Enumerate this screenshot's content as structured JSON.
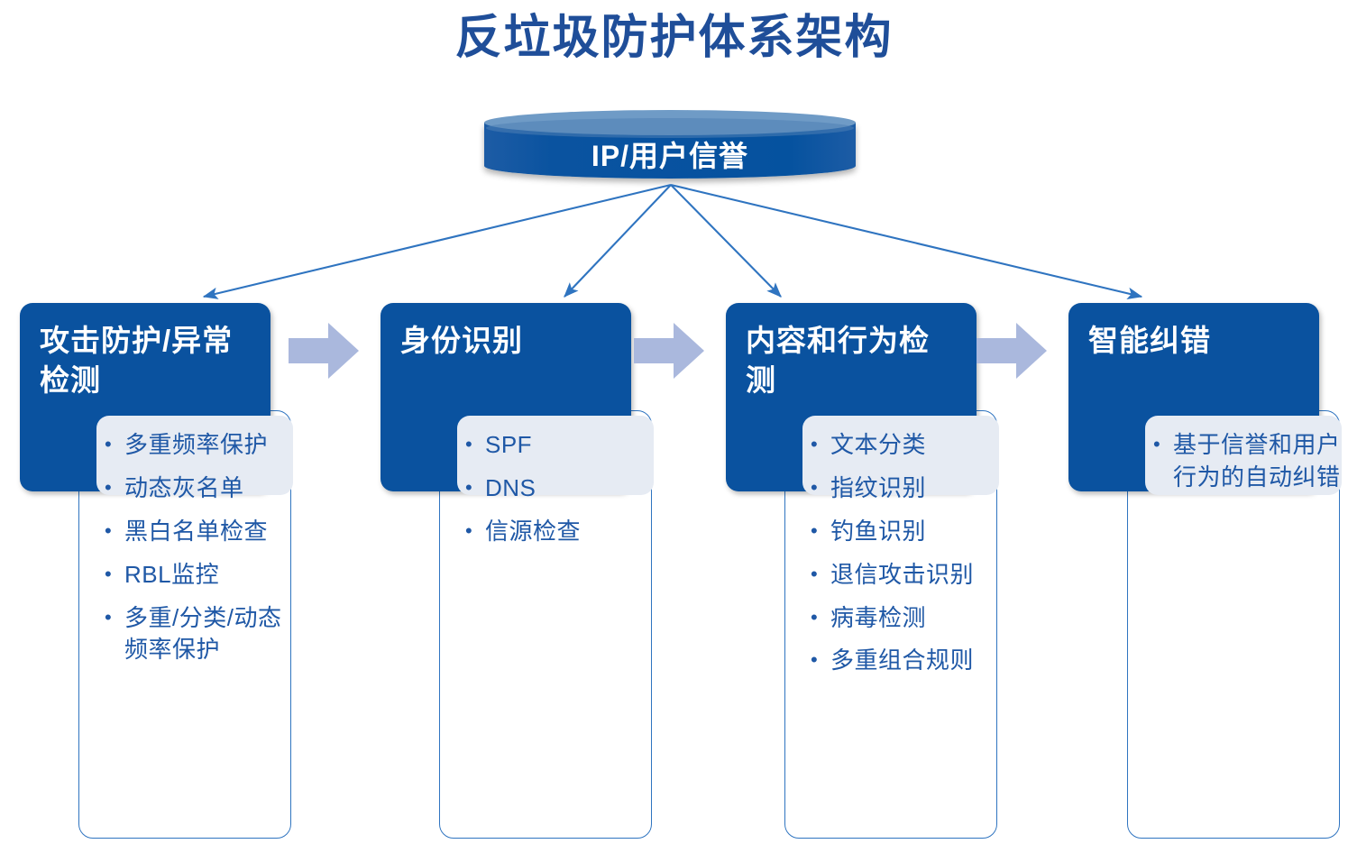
{
  "title": "反垃圾防护体系架构",
  "colors": {
    "title": "#1f4e99",
    "box_fill": "#0a529f",
    "card_border": "#2f74c0",
    "highlight_fill": "#e6ebf3",
    "bullet_text": "#1f58a6",
    "arrow_fill": "#aab8dd",
    "connector_line": "#2f74c0",
    "cylinder_body": "#05529f",
    "cylinder_top": "#6f9bc6"
  },
  "source_node": {
    "label": "IP/用户信誉",
    "shape": "cylinder"
  },
  "flow_arrow_icon": "right-chevron-arrow-icon",
  "stages": [
    {
      "id": "attack-protection",
      "header": "攻击防护/异常检测",
      "items": [
        "多重频率保护",
        "动态灰名单",
        "黑白名单检查",
        "RBL监控",
        "多重/分类/动态频率保护"
      ]
    },
    {
      "id": "identity-recognition",
      "header": "身份识别",
      "items": [
        "SPF",
        "DNS",
        "信源检查"
      ]
    },
    {
      "id": "content-behavior-detection",
      "header": "内容和行为检测",
      "items": [
        "文本分类",
        "指纹识别",
        "钓鱼识别",
        "退信攻击识别",
        "病毒检测",
        "多重组合规则"
      ]
    },
    {
      "id": "intelligent-correction",
      "header": "智能纠错",
      "items": [
        "基于信誉和用户行为的自动纠错"
      ]
    }
  ]
}
